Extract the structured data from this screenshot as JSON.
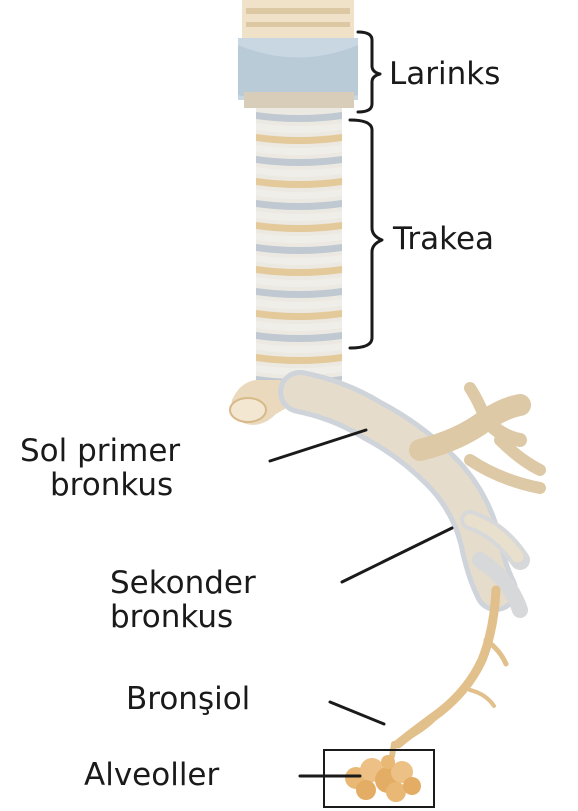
{
  "labels": {
    "larinks": "Larinks",
    "trakea": "Trakea",
    "sol_primer_line1": "Sol primer",
    "sol_primer_line2": "bronkus",
    "sekonder_line1": "Sekonder",
    "sekonder_line2": "bronkus",
    "bronsiol": "Bronşiol",
    "alveoller": "Alveoller"
  },
  "colors": {
    "cartilage": "#e9e6de",
    "ring_light": "#f1efe9",
    "ring_shadow": "#b9c3cf",
    "ring_warm": "#e3c38e",
    "larynx_blue": "#b9cbd8",
    "branch_tan": "#e6c28a",
    "alveoli": "#e8b874",
    "ink": "#1a1a1a"
  }
}
